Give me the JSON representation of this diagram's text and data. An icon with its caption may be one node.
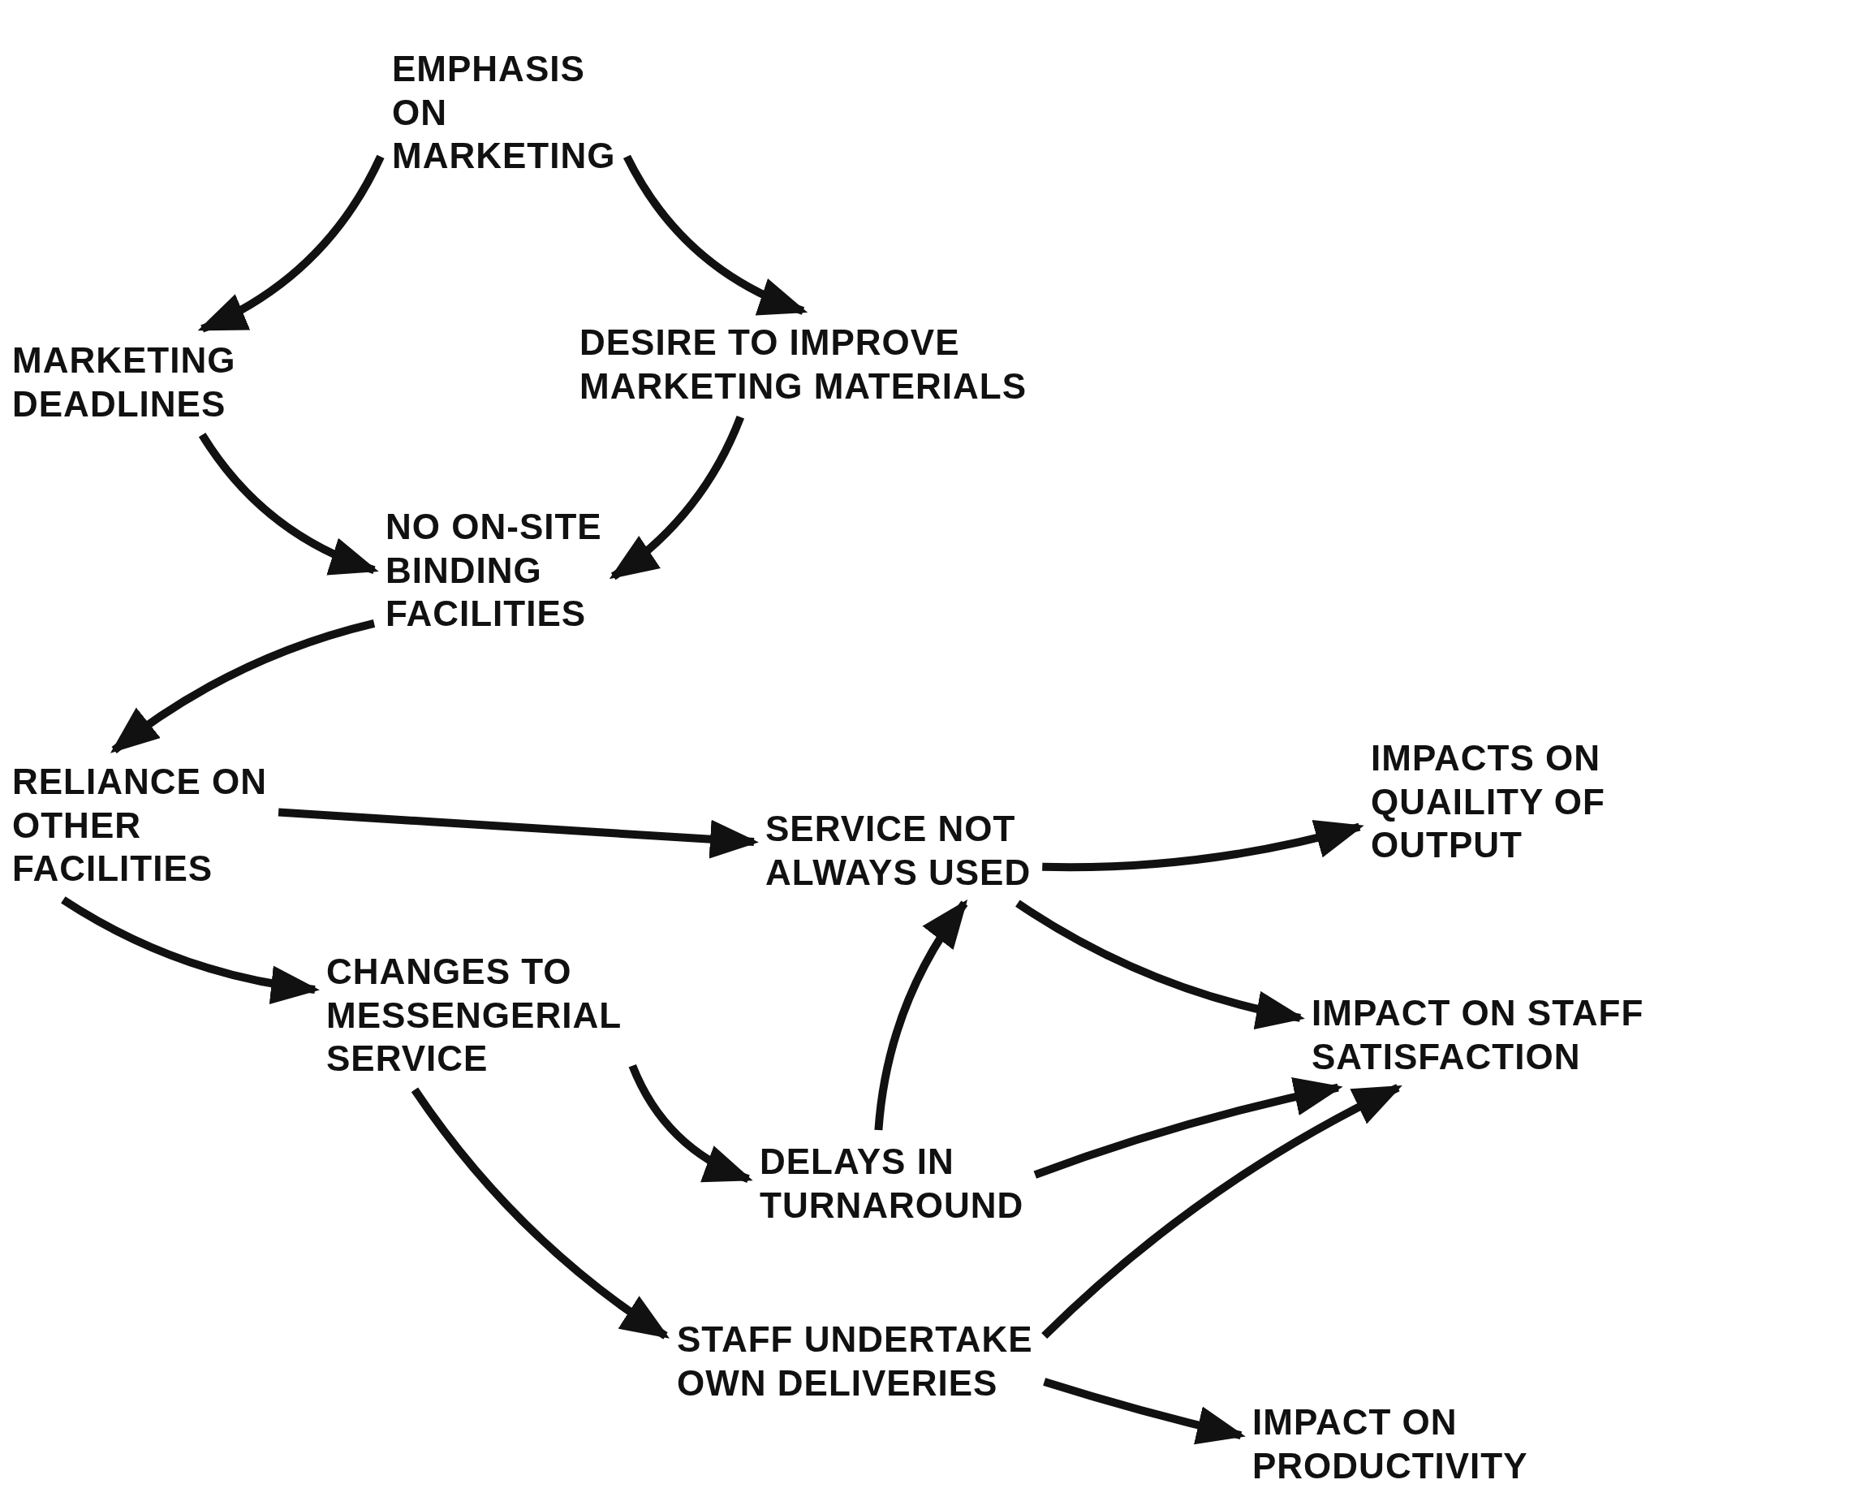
{
  "diagram": {
    "nodes": [
      {
        "text": [
          "EMPHASIS ON MARKETING"
        ]
      },
      {
        "text": [
          "MARKETING DEADLINES"
        ]
      },
      {
        "text": [
          "DESIRE TO IMPROVE MARKETING MATERIALS"
        ]
      },
      {
        "text": [
          "NO ON-SITE BINDING FACILITIES"
        ]
      },
      {
        "text": [
          "RELIANCE ON OTHER FACILITIES"
        ]
      },
      {
        "text": [
          "SERVICE NOT ALWAYS USED"
        ]
      },
      {
        "text": [
          "IMPACTS ON QUAILITY OF OUTPUT"
        ]
      },
      {
        "text": [
          "CHANGES TO MESSENGERIAL SERVICE"
        ]
      },
      {
        "text": [
          "IMPACT ON STAFF SATISFACTION"
        ]
      },
      {
        "text": [
          "DELAYS IN TURNAROUND"
        ]
      },
      {
        "text": [
          "STAFF UNDERTAKE OWN DELIVERIES"
        ]
      },
      {
        "text": [
          "IMPACT ON PRODUCTIVITY"
        ]
      }
    ],
    "edges": [
      {
        "from": 0,
        "to": 1,
        "arrow": "to"
      },
      {
        "from": 0,
        "to": 2,
        "arrow": "to"
      },
      {
        "from": 1,
        "to": 3,
        "arrow": "to"
      },
      {
        "from": 2,
        "to": 3,
        "arrow": "to"
      },
      {
        "from": 3,
        "to": 4,
        "arrow": "to"
      },
      {
        "from": 4,
        "to": 5,
        "arrow": "to"
      },
      {
        "from": 4,
        "to": 7,
        "arrow": "to"
      },
      {
        "from": 5,
        "to": 6,
        "arrow": "to"
      },
      {
        "from": 5,
        "to": 8,
        "arrow": "to"
      },
      {
        "from": 7,
        "to": 9,
        "arrow": "to"
      },
      {
        "from": 7,
        "to": 10,
        "arrow": "to"
      },
      {
        "from": 9,
        "to": 5,
        "arrow": "to"
      },
      {
        "from": 9,
        "to": 8,
        "arrow": "to"
      },
      {
        "from": 10,
        "to": 8,
        "arrow": "to"
      },
      {
        "from": 10,
        "to": 11,
        "arrow": "to"
      }
    ]
  }
}
